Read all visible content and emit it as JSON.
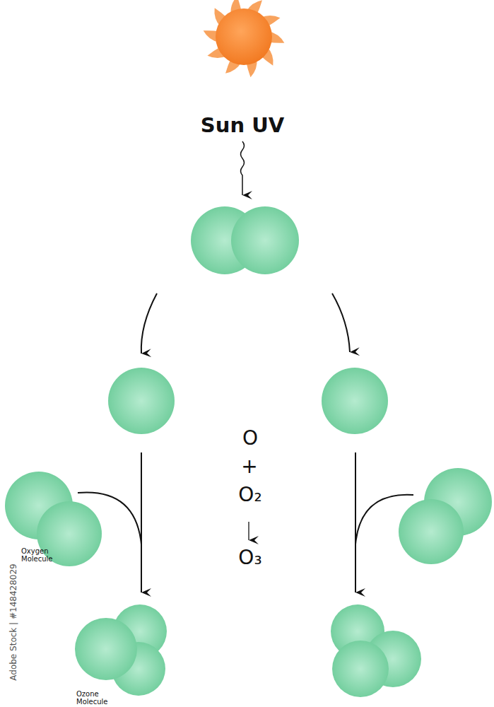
{
  "diagram": {
    "labels": [
      "Sun UV",
      "O",
      "+",
      "O₂",
      "O₃",
      "Oxygen Molecule",
      "Ozone Molecule",
      "Adobe Stock | #148428029"
    ]
  }
}
